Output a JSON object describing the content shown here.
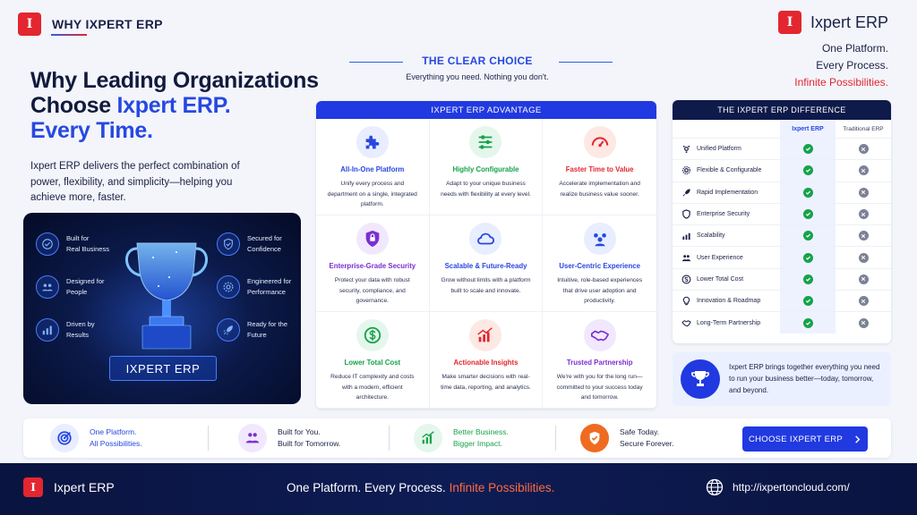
{
  "header": {
    "tag": "WHY IXPERT ERP",
    "brand_name": "Ixpert ERP",
    "logo_letter": "I",
    "tagline": [
      "One Platform.",
      "Every Process.",
      "Infinite Possibilities."
    ]
  },
  "hero": {
    "title_line1": "Why Leading Organizations",
    "title_line2a": "Choose ",
    "title_line2b": "Ixpert ERP.",
    "title_line3": "Every Time.",
    "description": "Ixpert ERP delivers the perfect combination of power, flexibility, and simplicity—helping you achieve more, faster."
  },
  "trophy": {
    "label": "IXPERT ERP",
    "features": [
      {
        "line1": "Built for",
        "line2": "Real Business",
        "icon": "target-icon"
      },
      {
        "line1": "Designed for",
        "line2": "People",
        "icon": "people-icon"
      },
      {
        "line1": "Driven by",
        "line2": "Results",
        "icon": "chart-icon"
      },
      {
        "line1": "Secured for",
        "line2": "Confidence",
        "icon": "shield-icon"
      },
      {
        "line1": "Engineered for",
        "line2": "Performance",
        "icon": "gear-icon"
      },
      {
        "line1": "Ready for the",
        "line2": "Future",
        "icon": "rocket-icon"
      }
    ]
  },
  "clear_choice": {
    "title": "THE CLEAR CHOICE",
    "subtitle": "Everything you need. Nothing you don't."
  },
  "advantage": {
    "heading": "IXPERT ERP ADVANTAGE",
    "cells": [
      {
        "title": "All-In-One Platform",
        "desc": "Unify every process and department on a single, integrated platform.",
        "color": "#2748e0",
        "bg": "#e8edff",
        "icon": "puzzle-icon"
      },
      {
        "title": "Highly Configurable",
        "desc": "Adapt to your unique business needs with flexibility at every level.",
        "color": "#16a34a",
        "bg": "#e5f7ec",
        "icon": "sliders-icon"
      },
      {
        "title": "Faster Time to Value",
        "desc": "Accelerate implementation and realize business value sooner.",
        "color": "#e3262f",
        "bg": "#fde8e4",
        "icon": "speedometer-icon"
      },
      {
        "title": "Enterprise-Grade Security",
        "desc": "Protect your data with robust security, compliance, and governance.",
        "color": "#7b2fd0",
        "bg": "#f1e8fd",
        "icon": "lock-icon"
      },
      {
        "title": "Scalable & Future-Ready",
        "desc": "Grow without limits with a platform built to scale and innovate.",
        "color": "#2748e0",
        "bg": "#e8edff",
        "icon": "cloud-icon"
      },
      {
        "title": "User-Centric Experience",
        "desc": "Intuitive, role-based experiences that drive user adoption and productivity.",
        "color": "#2748e0",
        "bg": "#e8edff",
        "icon": "users-icon"
      },
      {
        "title": "Lower Total Cost",
        "desc": "Reduce IT complexity and costs with a modern, efficient architecture.",
        "color": "#16a34a",
        "bg": "#e5f7ec",
        "icon": "dollar-icon"
      },
      {
        "title": "Actionable Insights",
        "desc": "Make smarter decisions with real-time data, reporting, and analytics.",
        "color": "#e3262f",
        "bg": "#fde8e4",
        "icon": "bar-chart-icon"
      },
      {
        "title": "Trusted Partnership",
        "desc": "We're with you for the long run—committed to your success today and tomorrow.",
        "color": "#7b2fd0",
        "bg": "#f1e8fd",
        "icon": "handshake-icon"
      }
    ]
  },
  "difference": {
    "heading": "THE IXPERT ERP DIFFERENCE",
    "col_ixpert": "Ixpert ERP",
    "col_traditional": "Traditional ERP",
    "rows": [
      {
        "label": "Unified Platform",
        "icon": "network-icon"
      },
      {
        "label": "Flexible & Configurable",
        "icon": "gear-icon"
      },
      {
        "label": "Rapid Implementation",
        "icon": "rocket-icon"
      },
      {
        "label": "Enterprise Security",
        "icon": "shield-icon"
      },
      {
        "label": "Scalability",
        "icon": "growth-icon"
      },
      {
        "label": "User Experience",
        "icon": "people-icon"
      },
      {
        "label": "Lower Total Cost",
        "icon": "dollar-icon"
      },
      {
        "label": "Innovation & Roadmap",
        "icon": "bulb-icon"
      },
      {
        "label": "Long-Term Partnership",
        "icon": "handshake-icon"
      }
    ]
  },
  "brings": {
    "text": "Ixpert ERP brings together everything you need to run your business better—today, tomorrow, and beyond."
  },
  "strip": {
    "items": [
      {
        "line1": "One Platform.",
        "line2": "All Possibilities.",
        "color": "#2748e0",
        "bg": "#e8edff",
        "icon": "target-icon"
      },
      {
        "line1": "Built for You.",
        "line2": "Built for Tomorrow.",
        "color": "#7b2fd0",
        "bg": "#f1e8fd",
        "icon": "people-icon"
      },
      {
        "line1": "Better Business.",
        "line2": "Bigger Impact.",
        "color": "#16a34a",
        "bg": "#e5f7ec",
        "icon": "growth-icon"
      },
      {
        "line1": "Safe Today.",
        "line2": "Secure Forever.",
        "color": "#ef6b1f",
        "bg": "#ef6b1f",
        "icon": "shield-check-icon"
      }
    ],
    "cta": "CHOOSE IXPERT ERP"
  },
  "footer": {
    "brand": "Ixpert ERP",
    "mid_a": "One Platform. Every Process. ",
    "mid_b": "Infinite Possibilities.",
    "url": "http://ixpertoncloud.com/"
  }
}
